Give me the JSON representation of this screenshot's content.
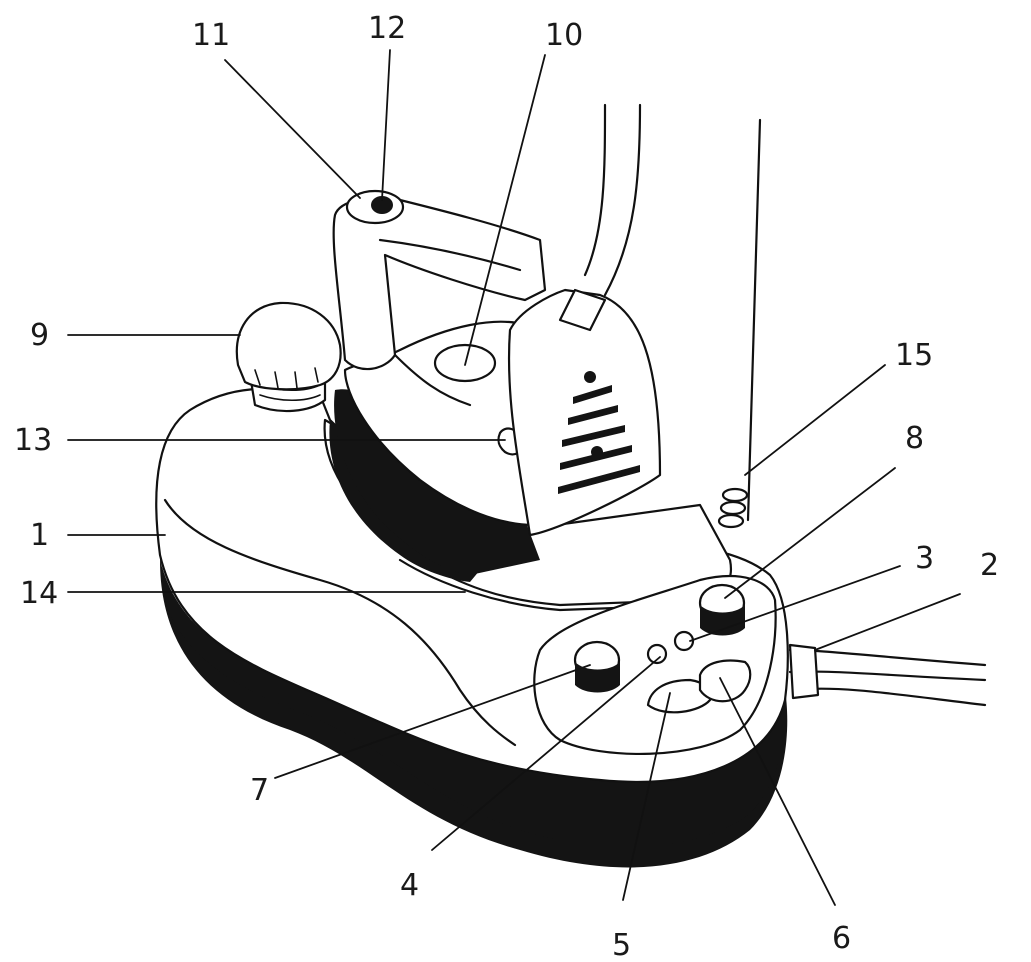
{
  "callouts": [
    {
      "id": "1",
      "text": "1"
    },
    {
      "id": "2",
      "text": "2"
    },
    {
      "id": "3",
      "text": "3"
    },
    {
      "id": "4",
      "text": "4"
    },
    {
      "id": "5",
      "text": "5"
    },
    {
      "id": "6",
      "text": "6"
    },
    {
      "id": "7",
      "text": "7"
    },
    {
      "id": "8",
      "text": "8"
    },
    {
      "id": "9",
      "text": "9"
    },
    {
      "id": "10",
      "text": "10"
    },
    {
      "id": "11",
      "text": "11"
    },
    {
      "id": "12",
      "text": "12"
    },
    {
      "id": "13",
      "text": "13"
    },
    {
      "id": "14",
      "text": "14"
    },
    {
      "id": "15",
      "text": "15"
    }
  ],
  "colors": {
    "ink": "#111111",
    "paper": "#ffffff"
  }
}
